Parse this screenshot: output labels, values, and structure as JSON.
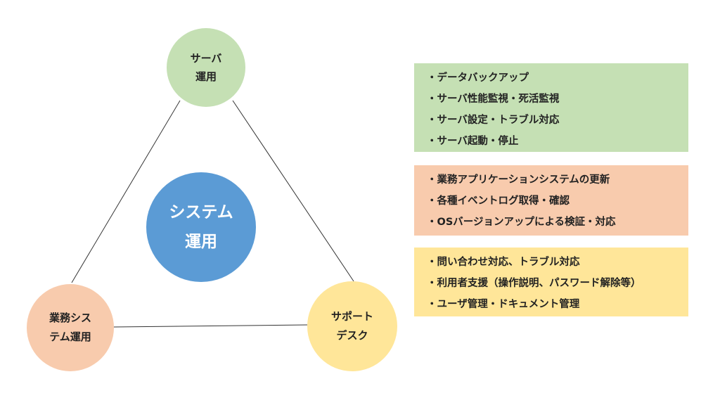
{
  "colors": {
    "server": "#c5e0b4",
    "business": "#f8cbad",
    "support": "#ffe699",
    "center": "#5b9bd5",
    "line": "#333333"
  },
  "diagram": {
    "center": {
      "lines": [
        "システム",
        "運用"
      ]
    },
    "nodes": {
      "server": {
        "lines": [
          "サーバ",
          "運用"
        ]
      },
      "business": {
        "lines": [
          "業務シス",
          "テム運用"
        ]
      },
      "support": {
        "lines": [
          "サポート",
          "デスク"
        ]
      }
    }
  },
  "boxes": {
    "server": {
      "items": [
        "・データバックアップ",
        "・サーバ性能監視・死活監視",
        "・サーバ設定・トラブル対応",
        "・サーバ起動・停止"
      ]
    },
    "business": {
      "items": [
        "・業務アプリケーションシステムの更新",
        "・各種イベントログ取得・確認",
        "・OSバージョンアップによる検証・対応"
      ]
    },
    "support": {
      "items": [
        "・問い合わせ対応、トラブル対応",
        "・利用者支援（操作説明、パスワード解除等）",
        "・ユーザ管理・ドキュメント管理"
      ]
    }
  }
}
